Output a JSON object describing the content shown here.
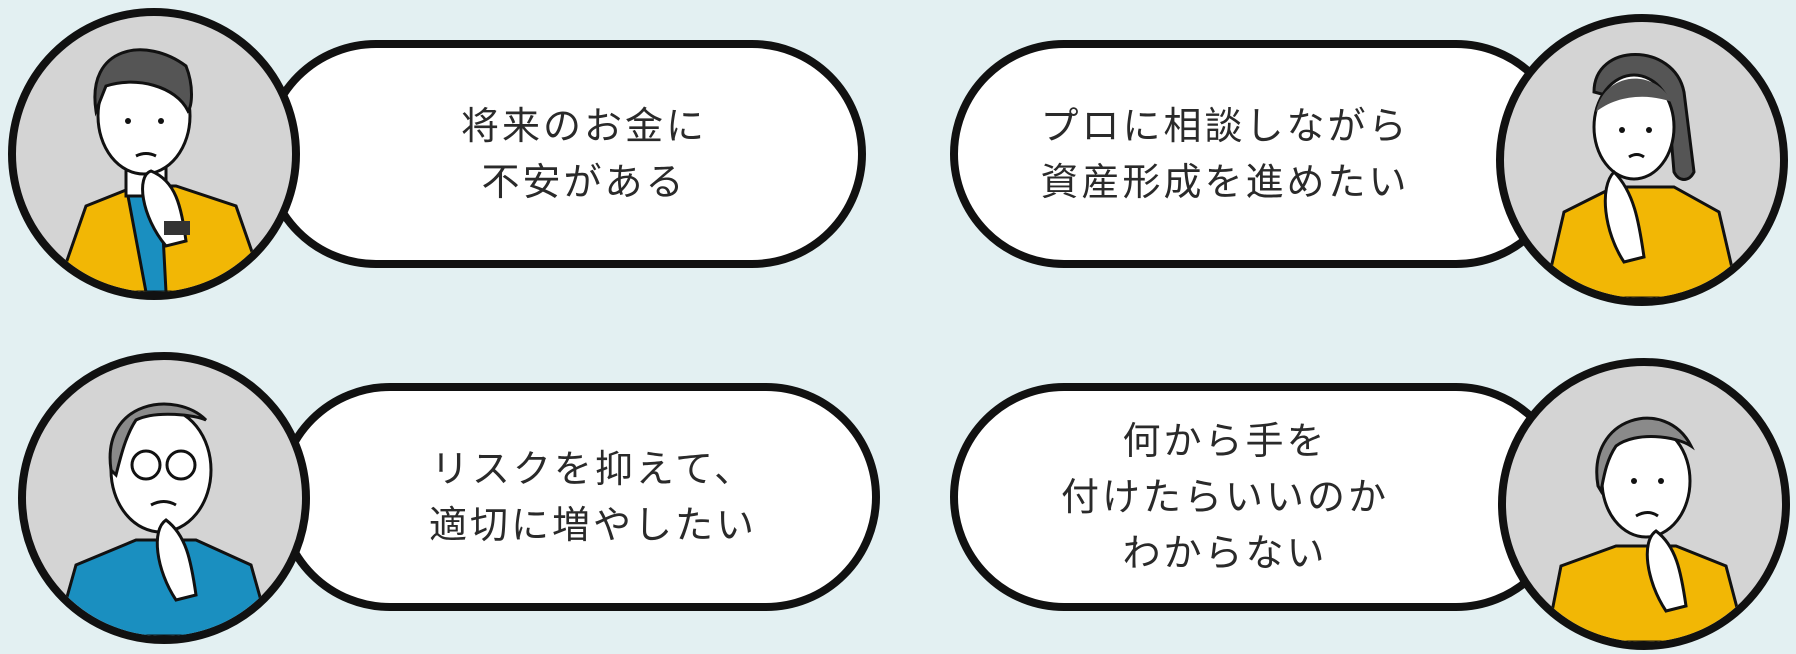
{
  "colors": {
    "background": "#e3f0f2",
    "yellow": "#f2b705",
    "blue": "#1a8fc0",
    "avatar_bg": "#d4d4d4"
  },
  "concerns": [
    {
      "lines": [
        "将来のお金に",
        "不安がある"
      ],
      "person": "young-man"
    },
    {
      "lines": [
        "プロに相談しながら",
        "資産形成を進めたい"
      ],
      "person": "woman"
    },
    {
      "lines": [
        "リスクを抑えて、",
        "適切に増やしたい"
      ],
      "person": "older-man-glasses"
    },
    {
      "lines": [
        "何から手を",
        "付けたらいいのか",
        "わからない"
      ],
      "person": "older-woman"
    }
  ]
}
